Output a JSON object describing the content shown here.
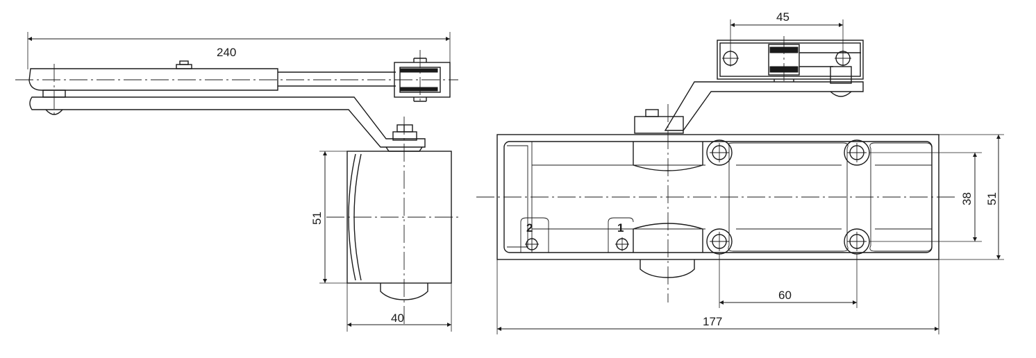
{
  "dimensions": {
    "arm_length": "240",
    "side_height": "51",
    "side_depth": "40",
    "bracket_width": "45",
    "body_length": "177",
    "hole_spacing": "60",
    "hole_vertical_spacing": "38",
    "body_height": "51"
  },
  "markers": {
    "position_2": "2",
    "position_1": "1"
  }
}
